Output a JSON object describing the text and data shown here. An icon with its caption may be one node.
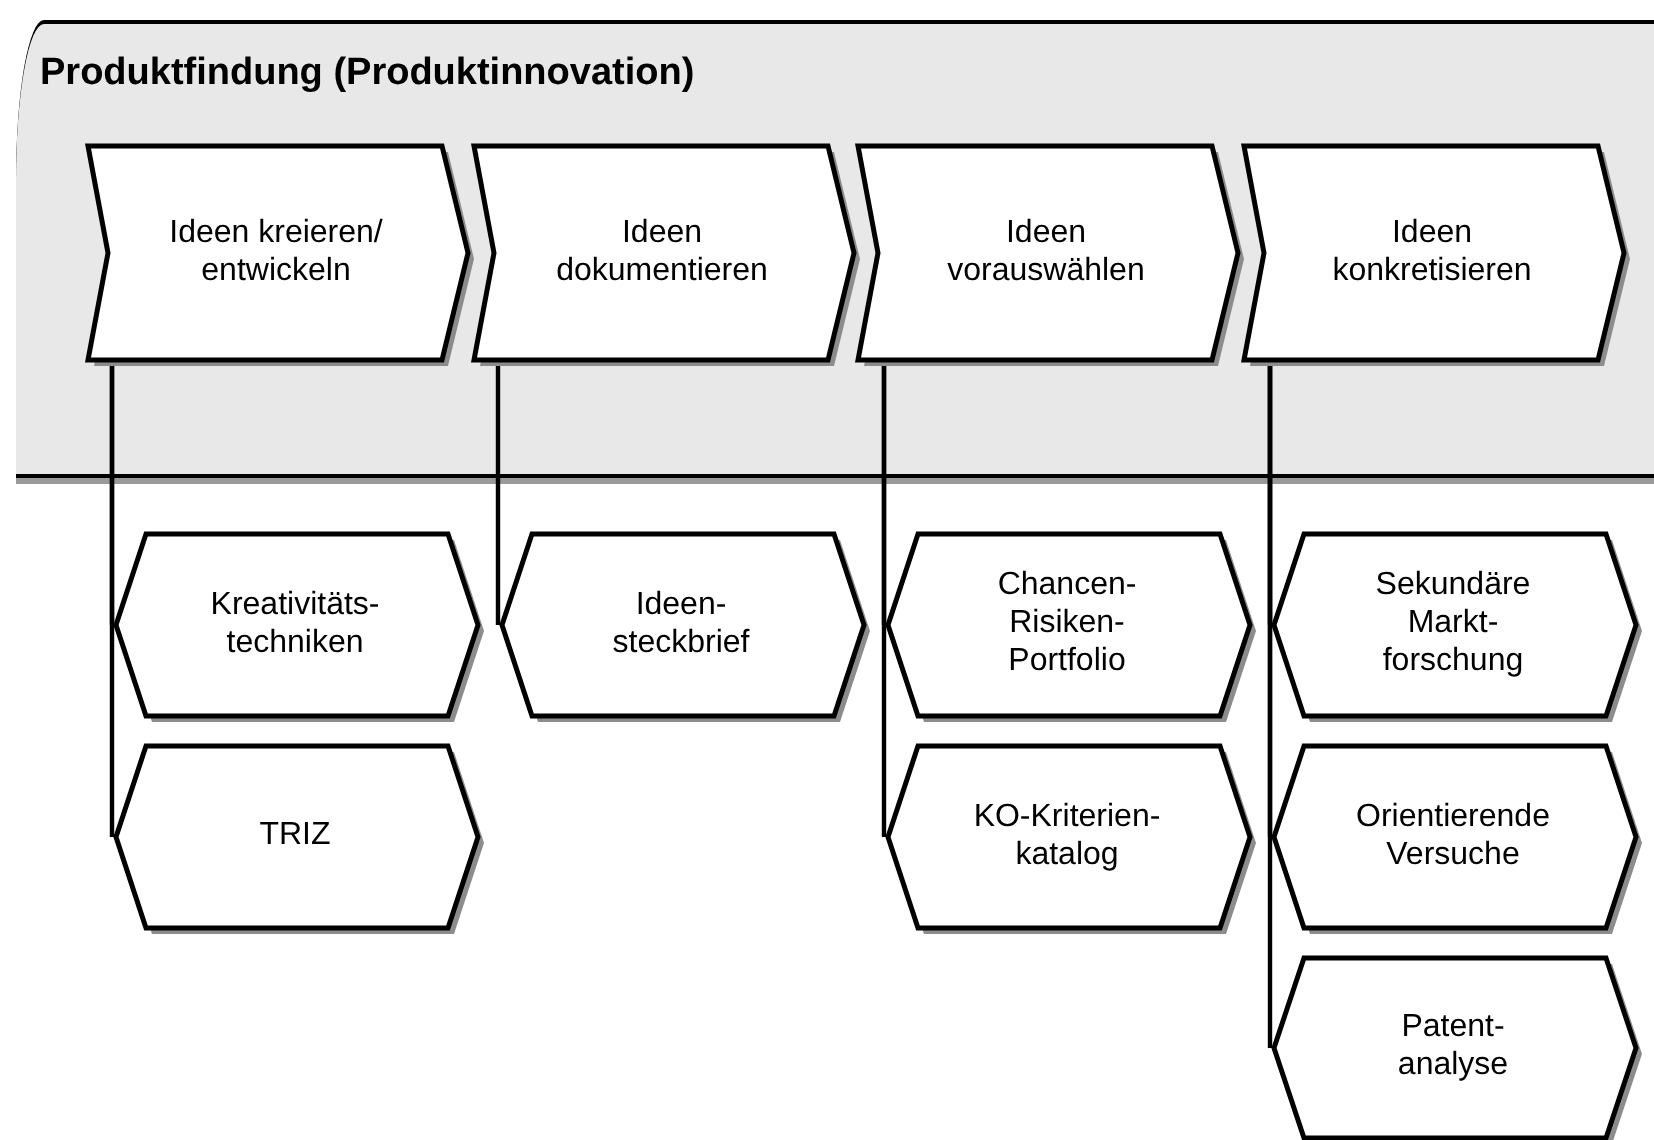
{
  "diagram": {
    "nodes": [
      {
        "text": [
          "Produktfindung (Produktinnovation)"
        ]
      },
      {
        "text": [
          "Ideen kreieren/ entwickeln"
        ],
        "in": 0
      },
      {
        "text": [
          "Ideen dokumentieren"
        ],
        "in": 0
      },
      {
        "text": [
          "Ideen vorauswählen"
        ],
        "in": 0
      },
      {
        "text": [
          "Ideen konkretisieren"
        ],
        "in": 0
      },
      {
        "text": [
          "Kreativitäts- techniken"
        ]
      },
      {
        "text": [
          "TRIZ"
        ]
      },
      {
        "text": [
          "Ideen- steckbrief"
        ]
      },
      {
        "text": [
          "Chancen- Risiken- Portfolio"
        ]
      },
      {
        "text": [
          "KO-Kriterien- katalog"
        ]
      },
      {
        "text": [
          "Sekundäre Markt- forschung"
        ]
      },
      {
        "text": [
          "Orientierende Versuche"
        ]
      },
      {
        "text": [
          "Patent- analyse"
        ]
      }
    ],
    "edges": [
      {
        "from": 1,
        "to": 5,
        "arrow": "none"
      },
      {
        "from": 1,
        "to": 6,
        "arrow": "none"
      },
      {
        "from": 2,
        "to": 7,
        "arrow": "none"
      },
      {
        "from": 3,
        "to": 8,
        "arrow": "none"
      },
      {
        "from": 3,
        "to": 9,
        "arrow": "none"
      },
      {
        "from": 4,
        "to": 10,
        "arrow": "none"
      },
      {
        "from": 4,
        "to": 11,
        "arrow": "none"
      },
      {
        "from": 4,
        "to": 12,
        "arrow": "none"
      }
    ]
  }
}
